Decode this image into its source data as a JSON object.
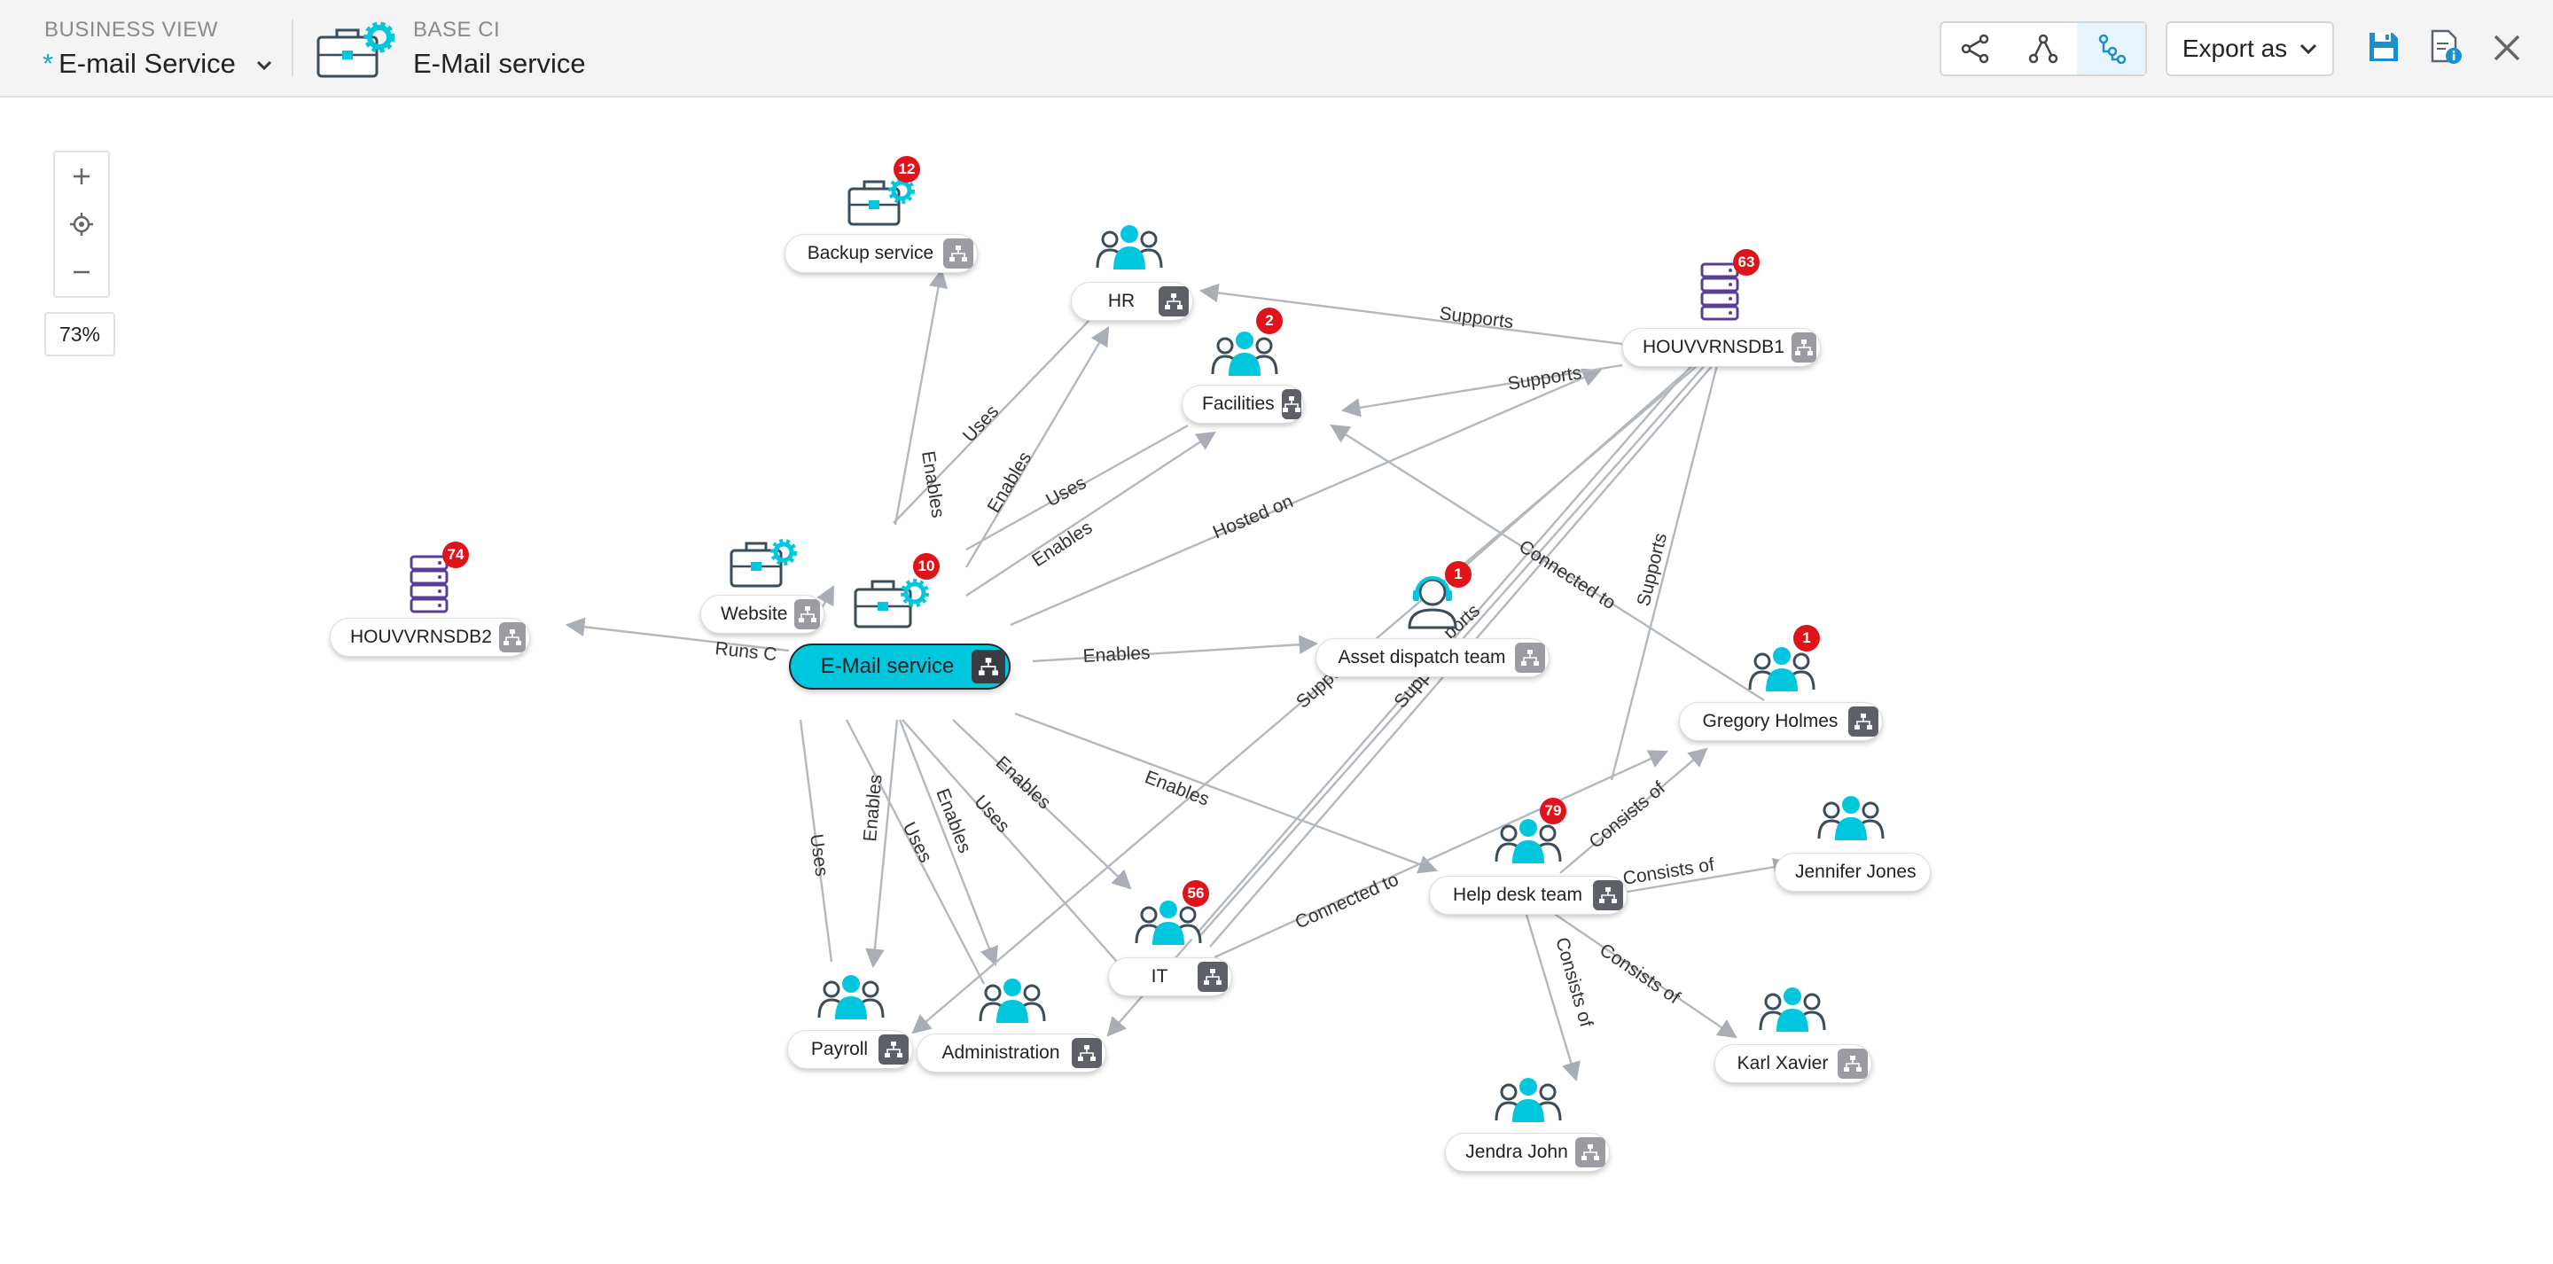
{
  "header": {
    "business_view_label": "BUSINESS VIEW",
    "business_view_star": "*",
    "business_view_value": "E-mail Service",
    "base_ci_label": "BASE CI",
    "base_ci_value": "E-Mail service",
    "export_label": "Export as"
  },
  "zoom": {
    "level": "73%"
  },
  "nodes": {
    "email": {
      "label": "E-Mail service",
      "badge": "10"
    },
    "backup": {
      "label": "Backup service",
      "badge": "12"
    },
    "hr": {
      "label": "HR"
    },
    "facilities": {
      "label": "Facilities",
      "badge": "2"
    },
    "db1": {
      "label": "HOUVVRNSDB1",
      "badge": "63"
    },
    "db2": {
      "label": "HOUVVRNSDB2",
      "badge": "74"
    },
    "website": {
      "label": "Website"
    },
    "asset": {
      "label": "Asset dispatch team",
      "badge": "1"
    },
    "gregory": {
      "label": "Gregory Holmes",
      "badge": "1"
    },
    "jennifer": {
      "label": "Jennifer Jones"
    },
    "helpdesk": {
      "label": "Help desk team",
      "badge": "79"
    },
    "karl": {
      "label": "Karl Xavier"
    },
    "jendra": {
      "label": "Jendra John"
    },
    "it": {
      "label": "IT",
      "badge": "56"
    },
    "payroll": {
      "label": "Payroll"
    },
    "admin": {
      "label": "Administration"
    }
  },
  "edges": {
    "supports": "Supports",
    "enables": "Enables",
    "uses": "Uses",
    "hosted_on": "Hosted on",
    "connected_to": "Connected to",
    "runs_on_partial": "Runs C",
    "support_partial": "Suppo",
    "ports_partial": "ports",
    "consists_of": "Consists of"
  },
  "colors": {
    "accent": "#00c7de",
    "badge": "#e0121a",
    "edge": "#a9aeb6",
    "db_icon": "#5a3d9a"
  }
}
